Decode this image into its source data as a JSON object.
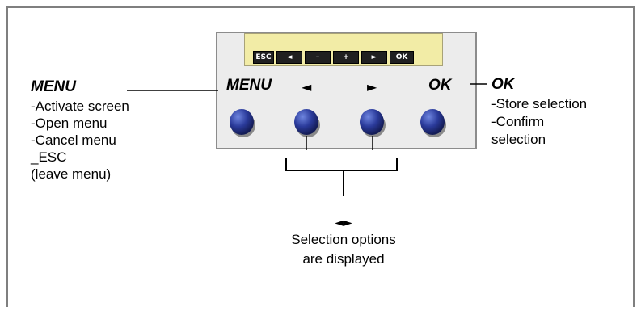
{
  "device": {
    "lcd_keys": [
      "ESC",
      "◄",
      "–",
      "+",
      "►",
      "OK"
    ],
    "button_labels": {
      "menu": "MENU",
      "left": "◄",
      "right": "►",
      "ok": "OK"
    }
  },
  "menu_callout": {
    "title": "MENU",
    "lines": [
      "-Activate screen",
      "-Open menu",
      "-Cancel menu",
      "_ESC",
      "(leave menu)"
    ]
  },
  "ok_callout": {
    "title": "OK",
    "lines": [
      "-Store selection",
      "-Confirm",
      "selection"
    ]
  },
  "arrows_callout": {
    "symbols": "◄►",
    "lines": [
      "Selection options",
      "are displayed"
    ]
  },
  "colors": {
    "lcd_background": "#f2eca6",
    "device_background": "#ececec",
    "knob_blue": "#2a3a9a",
    "key_dark": "#202020"
  }
}
